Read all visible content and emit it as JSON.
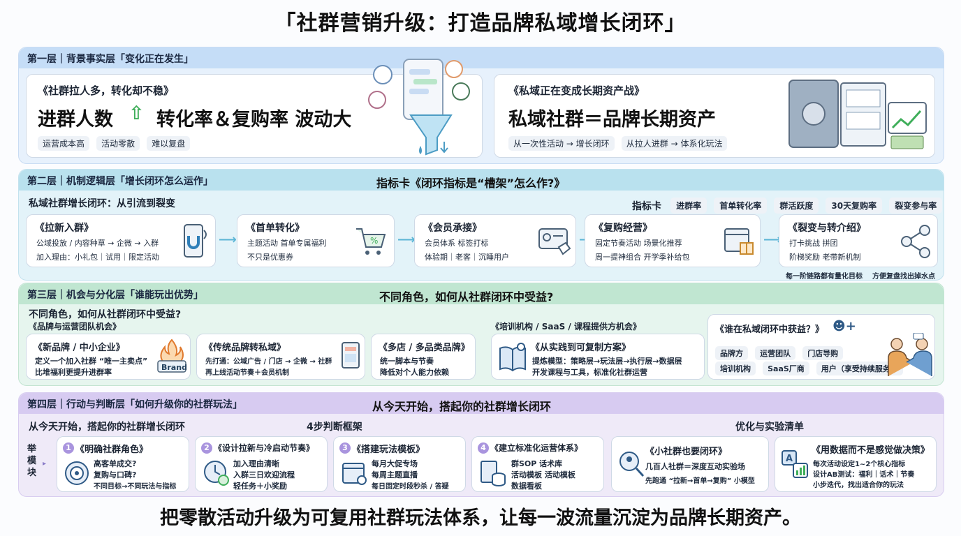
{
  "title": "「社群营销升级：打造品牌私域增长闭环」",
  "footer": "把零散活动升级为可复用社群玩法体系，让每一波流量沉淀为品牌长期资产。",
  "layer1": {
    "name": "第一层｜背景事实层「变化正在发生」",
    "left": {
      "title": "《社群拉人多，转化却不稳》",
      "headline_a": "进群人数",
      "arrow": "⇧",
      "headline_b": "转化率＆复购率 波动大",
      "chips": [
        "运营成本高",
        "活动零散",
        "难以复盘"
      ]
    },
    "right": {
      "title": "《私域正在变成长期资产战》",
      "headline": "私域社群＝品牌长期资产",
      "chips": [
        "从一次性活动 → 增长闭环",
        "从拉人进群 → 体系化玩法"
      ]
    }
  },
  "layer2": {
    "name": "第二层｜机制逻辑层「增长闭环怎么运作」",
    "center": "指标卡《闭环指标是“槽架”怎么作?》",
    "flow_title": "私域社群增长闭环：从引流到裂变",
    "metrics_label": "指标卡",
    "metrics": [
      "进群率",
      "首单转化率",
      "群活跃度",
      "30天复购率",
      "裂变参与率"
    ],
    "cards": [
      {
        "title": "《拉新入群》",
        "l1": "公域投放 / 内容种草 → 企微 → 入群",
        "l2": "加入理由：小礼包｜试用｜限定活动"
      },
      {
        "title": "《首单转化》",
        "l1": "主题活动   首单专属福利",
        "l2": "不只是优惠券"
      },
      {
        "title": "《会员承接》",
        "l1": "会员体系   标签打标",
        "l2": "体验期｜老客｜沉睡用户"
      },
      {
        "title": "《复购经营》",
        "l1": "固定节奏活动   场景化推荐",
        "l2": "周一提神组合   开学季补给包"
      },
      {
        "title": "《裂变与转介绍》",
        "l1": "打卡挑战   拼团",
        "l2": "阶梯奖励   老带新机制"
      }
    ],
    "note_a": "每一阶链路都有量化目标",
    "note_b": "方便复盘找出掉水点"
  },
  "layer3": {
    "name": "第三层｜机会与分化层「谁能玩出优势」",
    "center": "不同角色，如何从社群闭环中受益?",
    "left_title": "不同角色，如何从社群闭环中受益?",
    "group_a": "《品牌与运营团队机会》",
    "group_b": "《培训机构 / SaaS / 课程提供方机会》",
    "brand_badge": "Brand",
    "cards": [
      {
        "title": "《新品牌 / 中小企业》",
        "l1": "定义一个加入社群 “唯一主卖点”",
        "l2": "比堆福利更提升进群率"
      },
      {
        "title": "《传统品牌转私域》",
        "l1": "先打通：公域广告 / 门店 → 企微 → 社群",
        "l2": "再上线活动节奏＋会员机制"
      },
      {
        "title": "《多店 / 多品类品牌》",
        "l1": "统一脚本与节奏",
        "l2": "降低对个人能力依赖"
      },
      {
        "title": "《从实践到可复制方案》",
        "l1": "提炼模型：策略层→玩法层→执行层→数据层",
        "l2": "开发课程与工具，标准化社群运营"
      }
    ],
    "benefit": {
      "title": "《谁在私域闭环中获益？》",
      "chips_a": [
        "品牌方",
        "运营团队",
        "门店导购"
      ],
      "chips_b": [
        "培训机构",
        "SaaS厂商",
        "用户（享受持续服务）"
      ]
    }
  },
  "layer4": {
    "name": "第四层｜行动与判断层「如何升级你的社群玩法」",
    "center": "从今天开始，搭起你的社群增长闭环",
    "left_title": "从今天开始，搭起你的社群增长闭环",
    "framework": "4步判断框架",
    "checklist": "优化与实验清单",
    "side_label": "举模块",
    "steps": [
      {
        "n": "1",
        "title": "《明确社群角色》",
        "l1": "高客单成交?",
        "l2": "复购与口碑?",
        "l3": "不同目标→不同玩法与指标"
      },
      {
        "n": "2",
        "title": "《设计拉新与冷启动节奏》",
        "l1": "加入理由清晰",
        "l2": "入群三日欢迎流程",
        "l3": "轻任务＋小奖励"
      },
      {
        "n": "3",
        "title": "《搭建玩法模板》",
        "l1": "每月大促专场",
        "l2": "每周主题直播",
        "l3": "每日固定时段秒杀 / 答疑"
      },
      {
        "n": "4",
        "title": "《建立标准化运营体系》",
        "l1": "群SOP    话术库",
        "l2": "活动模板   活动模板",
        "l3": "数据看板"
      }
    ],
    "opts": [
      {
        "title": "《小社群也要闭环》",
        "l1": "几百人社群＝深度互动实验场",
        "l2": "先跑通 “拉新→首单→复购” 小模型"
      },
      {
        "title": "《用数据而不是感觉做决策》",
        "l1": "每次活动设定1~2个核心指标",
        "l2": "设计AB测试：福利｜话术｜节奏",
        "l3": "小步迭代，找出适合你的玩法"
      }
    ]
  },
  "colors": {
    "accent_blue": "#c5ddf7",
    "accent_teal": "#b9e1ee",
    "accent_green": "#c0e6d1",
    "accent_purple": "#d7cbf1",
    "arrow": "#5db6d6"
  }
}
